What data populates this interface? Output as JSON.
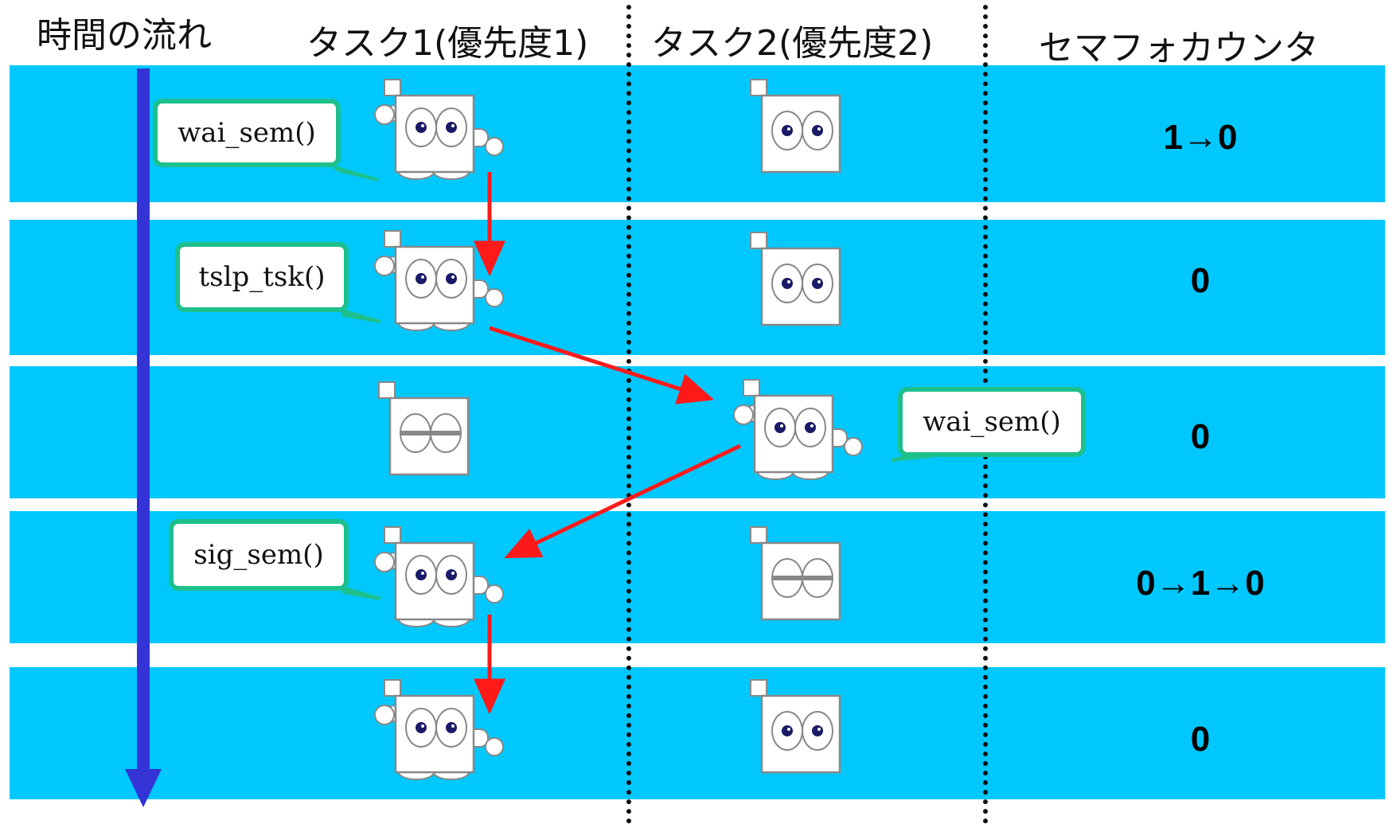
{
  "header": {
    "time_flow": "時間の流れ",
    "task1": "タスク1(優先度1)",
    "task2": "タスク2(優先度2)",
    "counter": "セマフォカウンタ"
  },
  "rows": [
    {
      "counter": "1→0",
      "call": "wai_sem()",
      "task1_state": "active",
      "task2_state": "waiting"
    },
    {
      "counter": "0",
      "call": "tslp_tsk()",
      "task1_state": "active",
      "task2_state": "waiting"
    },
    {
      "counter": "0",
      "call": "wai_sem()",
      "task1_state": "sleeping",
      "task2_state": "active"
    },
    {
      "counter": "0→1→0",
      "call": "sig_sem()",
      "task1_state": "active",
      "task2_state": "sleeping"
    },
    {
      "counter": "0",
      "call": "",
      "task1_state": "active",
      "task2_state": "waiting"
    }
  ],
  "colors": {
    "band": "#00c8ff",
    "timeline": "#3333d6",
    "arrow": "#ff1a1a",
    "bubble_border": "#1dc08c"
  }
}
